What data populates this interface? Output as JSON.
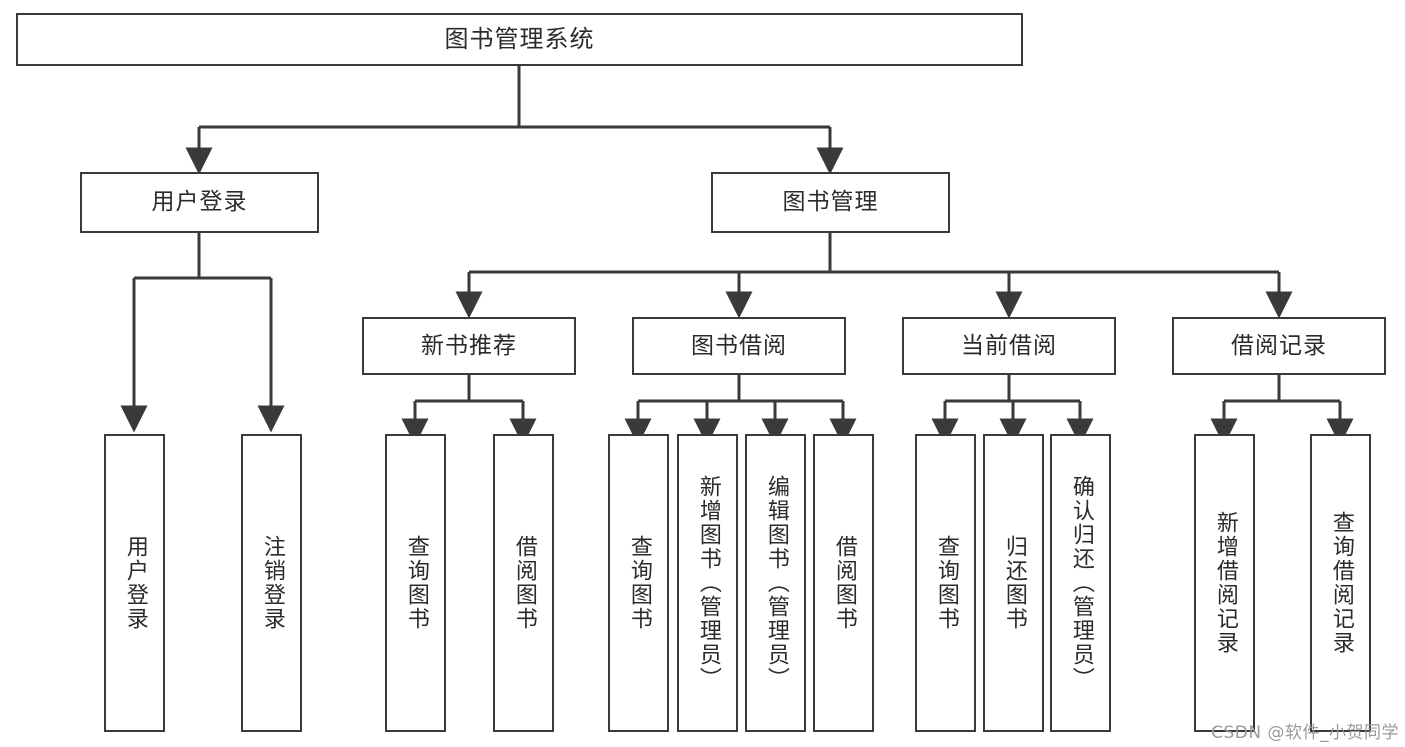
{
  "diagram": {
    "title": "图书管理系统",
    "type": "hierarchy-tree",
    "watermark": "CSDN @软件_小贺同学",
    "colors": {
      "stroke": "#3a3a3a",
      "text": "#2b2b2b",
      "background": "#ffffff",
      "watermark": "#9a9a9a"
    },
    "nodes": {
      "root": {
        "label": "图书管理系统",
        "level": 0
      },
      "level1": [
        {
          "id": "user-login",
          "label": "用户登录"
        },
        {
          "id": "book-manage",
          "label": "图书管理"
        }
      ],
      "level2": [
        {
          "id": "new-book-rec",
          "label": "新书推荐",
          "parent": "book-manage"
        },
        {
          "id": "book-borrow",
          "label": "图书借阅",
          "parent": "book-manage"
        },
        {
          "id": "current-borrow",
          "label": "当前借阅",
          "parent": "book-manage"
        },
        {
          "id": "borrow-record",
          "label": "借阅记录",
          "parent": "book-manage"
        }
      ],
      "leaves": [
        {
          "id": "leaf-user-login",
          "label": "用户登录",
          "parent": "user-login"
        },
        {
          "id": "leaf-logout",
          "label": "注销登录",
          "parent": "user-login"
        },
        {
          "id": "leaf-query-book-1",
          "label": "查询图书",
          "parent": "new-book-rec"
        },
        {
          "id": "leaf-borrow-book-1",
          "label": "借阅图书",
          "parent": "new-book-rec"
        },
        {
          "id": "leaf-query-book-2",
          "label": "查询图书",
          "parent": "book-borrow"
        },
        {
          "id": "leaf-add-book",
          "label": "新增图书（管理员）",
          "parent": "book-borrow"
        },
        {
          "id": "leaf-edit-book",
          "label": "编辑图书（管理员）",
          "parent": "book-borrow"
        },
        {
          "id": "leaf-borrow-book-2",
          "label": "借阅图书",
          "parent": "book-borrow"
        },
        {
          "id": "leaf-query-book-3",
          "label": "查询图书",
          "parent": "current-borrow"
        },
        {
          "id": "leaf-return-book",
          "label": "归还图书",
          "parent": "current-borrow"
        },
        {
          "id": "leaf-confirm-return",
          "label": "确认归还（管理员）",
          "parent": "current-borrow"
        },
        {
          "id": "leaf-add-record",
          "label": "新增借阅记录",
          "parent": "borrow-record"
        },
        {
          "id": "leaf-query-record",
          "label": "查询借阅记录",
          "parent": "borrow-record"
        }
      ]
    }
  }
}
